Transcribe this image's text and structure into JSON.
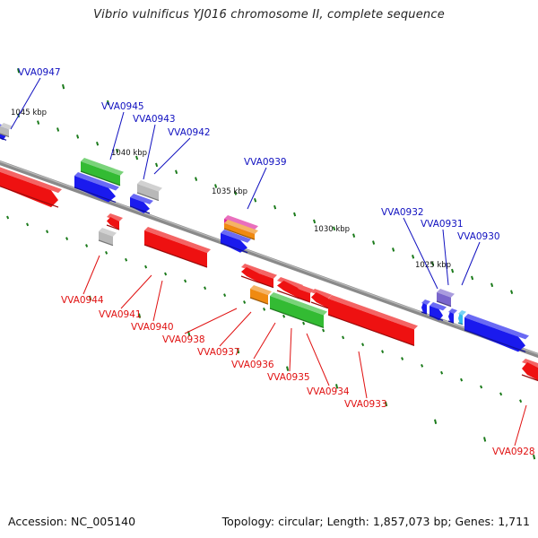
{
  "title": "Vibrio vulnificus YJ016 chromosome II, complete sequence",
  "accession": "Accession: NC_005140",
  "summary": "Topology: circular; Length: 1,857,073 bp; Genes: 1,711",
  "colors": {
    "backbone": "#8a8a8a",
    "tick": "#1a7a1a",
    "label_top": "#1010c0",
    "label_bottom": "#e01010",
    "gene_red": "#ee1111",
    "gene_blue": "#1a1aee",
    "gene_green": "#33bb33",
    "gene_gray": "#b8b8b8",
    "gene_orange": "#f08a10",
    "gene_purple": "#7a66cc",
    "gene_cyan": "#33bbee",
    "gene_magenta": "#dd2299"
  },
  "kbp_labels": [
    "1045 kbp",
    "1040 kbp",
    "1035 kbp",
    "1030 kbp",
    "1025 kbp"
  ],
  "gene_labels_top": [
    "VVA0947",
    "VVA0945",
    "VVA0943",
    "VVA0942",
    "VVA0939",
    "VVA0932",
    "VVA0931",
    "VVA0930"
  ],
  "gene_labels_bottom": [
    "VVA0944",
    "VVA0941",
    "VVA0940",
    "VVA0938",
    "VVA0937",
    "VVA0936",
    "VVA0935",
    "VVA0934",
    "VVA0933",
    "VVA0928"
  ]
}
